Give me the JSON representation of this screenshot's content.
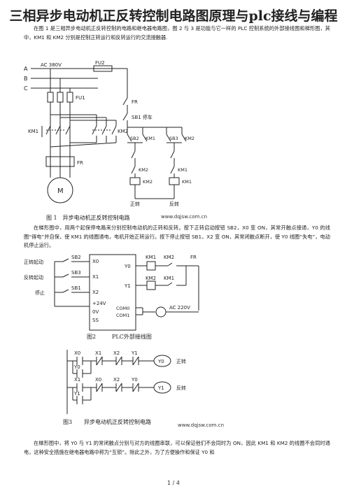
{
  "title": "三相异步电动机正反转控制电路图原理与plc接线与编程",
  "para1": "在图 1 是三相异步电动机正反转控制的电路和继电器电路图，图 2 与 3 是功能与它一样的 PLC 控制系统的外部接线图和梯形图，其中，KM1 和 KM2 分别是控制正转运行和反转运行的交流接触器.",
  "fig1": {
    "phases": [
      "A",
      "B",
      "C"
    ],
    "supply": "AC 380V",
    "fu1": "FU1",
    "fu2": "FU2",
    "km1": "KM1",
    "km2": "KM2",
    "fr": "FR",
    "motor": "M",
    "ctrl_fr": "FR",
    "sb1": "SB1 停车",
    "sb2": "SB2",
    "sb3": "SB3",
    "km1_b": "KM1",
    "km2_b": "KM2",
    "km2_c": "KM2",
    "km1_c": "KM1",
    "coil_km2": "KM2",
    "coil_km1": "KM1",
    "label_fwd": "正转",
    "label_rev": "反转",
    "caption": "图 1　异步电动机正反转控制电路",
    "watermark": "www.dqjsw.com.cn"
  },
  "para2": "在梯形图中，用两个起保停电路来分别控制电动机的正转和反转。按下正转启动按钮 SB2，X0 变 ON，其常开触点接通，Y0 的线圈“得电”并自保，使 KM1 的线圈通电，电机开始正转运行。按下停止按钮 SB1，X2 变 ON，其常闭触点断开，使 Y0 线圈“失电”，电动机停止运行。",
  "fig2": {
    "in_fwd": "正转起动",
    "in_rev": "反转起动",
    "in_stop": "停止",
    "sb2": "SB2",
    "sb3": "SB3",
    "sb1": "SB1",
    "x0": "X0",
    "x1": "X1",
    "x2": "X2",
    "v24": "+24V",
    "ov": "0V",
    "ss": "SS",
    "y0": "Y0",
    "y1": "Y1",
    "com0": "COM0",
    "com1": "COM1",
    "km1": "KM1",
    "km2": "KM2",
    "km2b": "KM2",
    "km1b": "KM1",
    "fr": "FR",
    "ac": "AC 220V",
    "caption_no": "图2",
    "caption": "PLC外部接线图"
  },
  "fig3": {
    "r1": {
      "a": "X0",
      "b": "X1",
      "c": "X2",
      "d": "Y1",
      "coil": "Y0",
      "label": "正转"
    },
    "r1p": "Y0",
    "r2": {
      "a": "X1",
      "b": "X0",
      "c": "X2",
      "d": "Y0",
      "coil": "Y1",
      "label": "反转"
    },
    "r2p": "Y1",
    "caption_no": "图3",
    "caption": "异步电动机正反转控制电路",
    "watermark": "www.dqjsw.com.cn"
  },
  "para3": "在梯形图中，将 Y0 与 Y1 的常闭触点分别与对方的线圈串联，可以保证他们不会同时为 ON，因此 KM1 和 KM2 的线圈不会同时通电，这种安全措施在继电器电路中称为“互锁”。除此之外，为了方便操作和保证 Y0 和",
  "page": "1 / 4"
}
